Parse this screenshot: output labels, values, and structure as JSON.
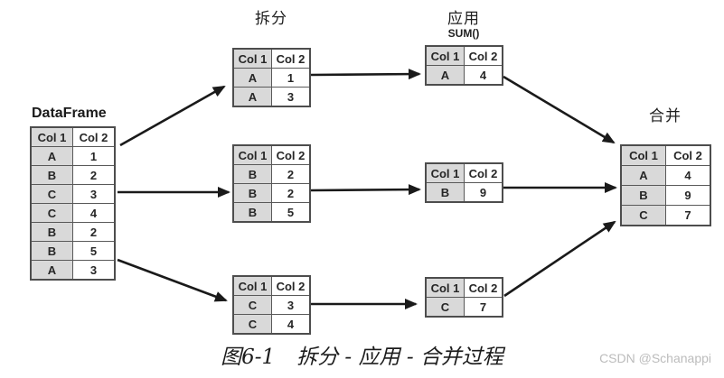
{
  "labels": {
    "dataframe": "DataFrame",
    "split": "拆分",
    "apply": "应用",
    "sum": "SUM()",
    "combine": "合并"
  },
  "caption": {
    "number": "图6-1",
    "text": "拆分 - 应用 - 合并过程"
  },
  "watermark": "CSDN @Schanappi",
  "tables": {
    "dataframe": {
      "columns": [
        "Col 1",
        "Col 2"
      ],
      "rows": [
        [
          "A",
          "1"
        ],
        [
          "B",
          "2"
        ],
        [
          "C",
          "3"
        ],
        [
          "C",
          "4"
        ],
        [
          "B",
          "2"
        ],
        [
          "B",
          "5"
        ],
        [
          "A",
          "3"
        ]
      ]
    },
    "split_a": {
      "columns": [
        "Col 1",
        "Col 2"
      ],
      "rows": [
        [
          "A",
          "1"
        ],
        [
          "A",
          "3"
        ]
      ]
    },
    "split_b": {
      "columns": [
        "Col 1",
        "Col 2"
      ],
      "rows": [
        [
          "B",
          "2"
        ],
        [
          "B",
          "2"
        ],
        [
          "B",
          "5"
        ]
      ]
    },
    "split_c": {
      "columns": [
        "Col 1",
        "Col 2"
      ],
      "rows": [
        [
          "C",
          "3"
        ],
        [
          "C",
          "4"
        ]
      ]
    },
    "apply_a": {
      "columns": [
        "Col 1",
        "Col 2"
      ],
      "rows": [
        [
          "A",
          "4"
        ]
      ]
    },
    "apply_b": {
      "columns": [
        "Col 1",
        "Col 2"
      ],
      "rows": [
        [
          "B",
          "9"
        ]
      ]
    },
    "apply_c": {
      "columns": [
        "Col 1",
        "Col 2"
      ],
      "rows": [
        [
          "C",
          "7"
        ]
      ]
    },
    "combine": {
      "columns": [
        "Col 1",
        "Col 2"
      ],
      "rows": [
        [
          "A",
          "4"
        ],
        [
          "B",
          "9"
        ],
        [
          "C",
          "7"
        ]
      ]
    }
  },
  "colors": {
    "cell_gray": "#d9d9d9",
    "table_border": "#595959",
    "arrow": "#1a1a1a",
    "watermark_gray": "#bcbcbc"
  }
}
